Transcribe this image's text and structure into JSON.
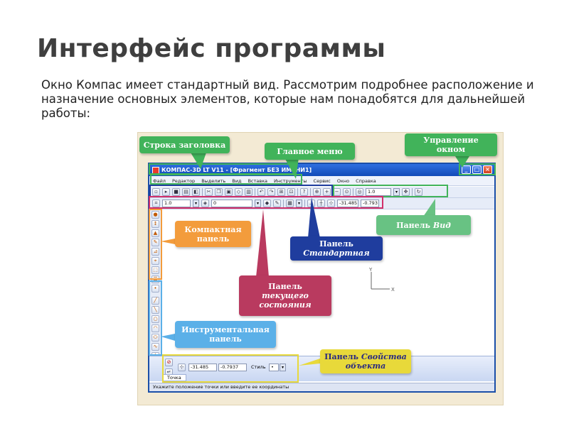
{
  "slide": {
    "title": "Интерфейс программы",
    "body": "Окно Компас имеет стандартный вид. Рассмотрим подробнее расположение и назначение основных элементов, которые нам понадобятся для дальнейшей работы:"
  },
  "app": {
    "window_title": "КОМПАС-3D LT V11 - [Фрагмент БЕЗ ИМЕНИ1]",
    "menu": [
      "Файл",
      "Редактор",
      "Выделить",
      "Вид",
      "Вставка",
      "Инструменты",
      "Сервис",
      "Окно",
      "Справка"
    ],
    "toolbar_zoom": "1.0",
    "current_state": {
      "step": "1.0",
      "layer": "0",
      "coord_x": "-31.485",
      "coord_y": "-0.793"
    },
    "axis_x": "X",
    "axis_y": "Y",
    "props": {
      "x": "-31.485",
      "y": "-0.7937",
      "style_label": "Стиль",
      "tab_label": "Точка"
    },
    "status_text": "Укажите положение точки или введите ее координаты"
  },
  "callouts": {
    "title_bar": "Строка заголовка",
    "main_menu": "Главное меню",
    "window_control": [
      "Управление",
      "окном"
    ],
    "compact_panel": [
      "Компактная",
      "панель"
    ],
    "standard_panel": [
      "Панель",
      "Стандартная"
    ],
    "view_panel": [
      "Панель",
      "Вид"
    ],
    "current_state_panel": [
      "Панель",
      "текущего",
      "состояния"
    ],
    "tool_panel": [
      "Инструментальная",
      "панель"
    ],
    "properties_panel": [
      "Панель",
      "Свойства",
      "объекта"
    ]
  },
  "colors": {
    "title_callout": "#41b35a",
    "compact_callout": "#f39c3c",
    "standard_callout": "#1f3d9e",
    "state_callout": "#b93a5f",
    "view_callout": "#68c283",
    "tool_callout": "#5bb0e8",
    "props_callout": "#e8d93a"
  }
}
